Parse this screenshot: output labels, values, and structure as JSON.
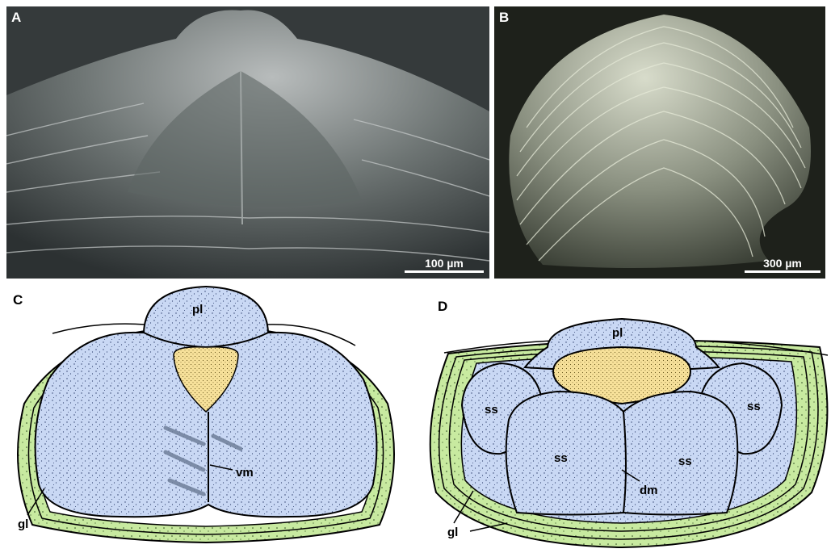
{
  "panels": {
    "a": {
      "label": "A",
      "scale": "100 µm"
    },
    "b": {
      "label": "B",
      "scale": "300 µm"
    },
    "c": {
      "label": "C",
      "labels": {
        "pl": "pl",
        "vm": "vm",
        "gl": "gl"
      }
    },
    "d": {
      "label": "D",
      "labels": {
        "pl": "pl",
        "ss1": "ss",
        "ss2": "ss",
        "ss3": "ss",
        "ss4": "ss",
        "dm": "dm",
        "gl": "gl"
      }
    }
  },
  "colors": {
    "soft_body": "#c9d8f4",
    "gonad": "#f7e19a",
    "shell_layer": "#c8eaa0",
    "stipple": "#2a3b6a"
  }
}
